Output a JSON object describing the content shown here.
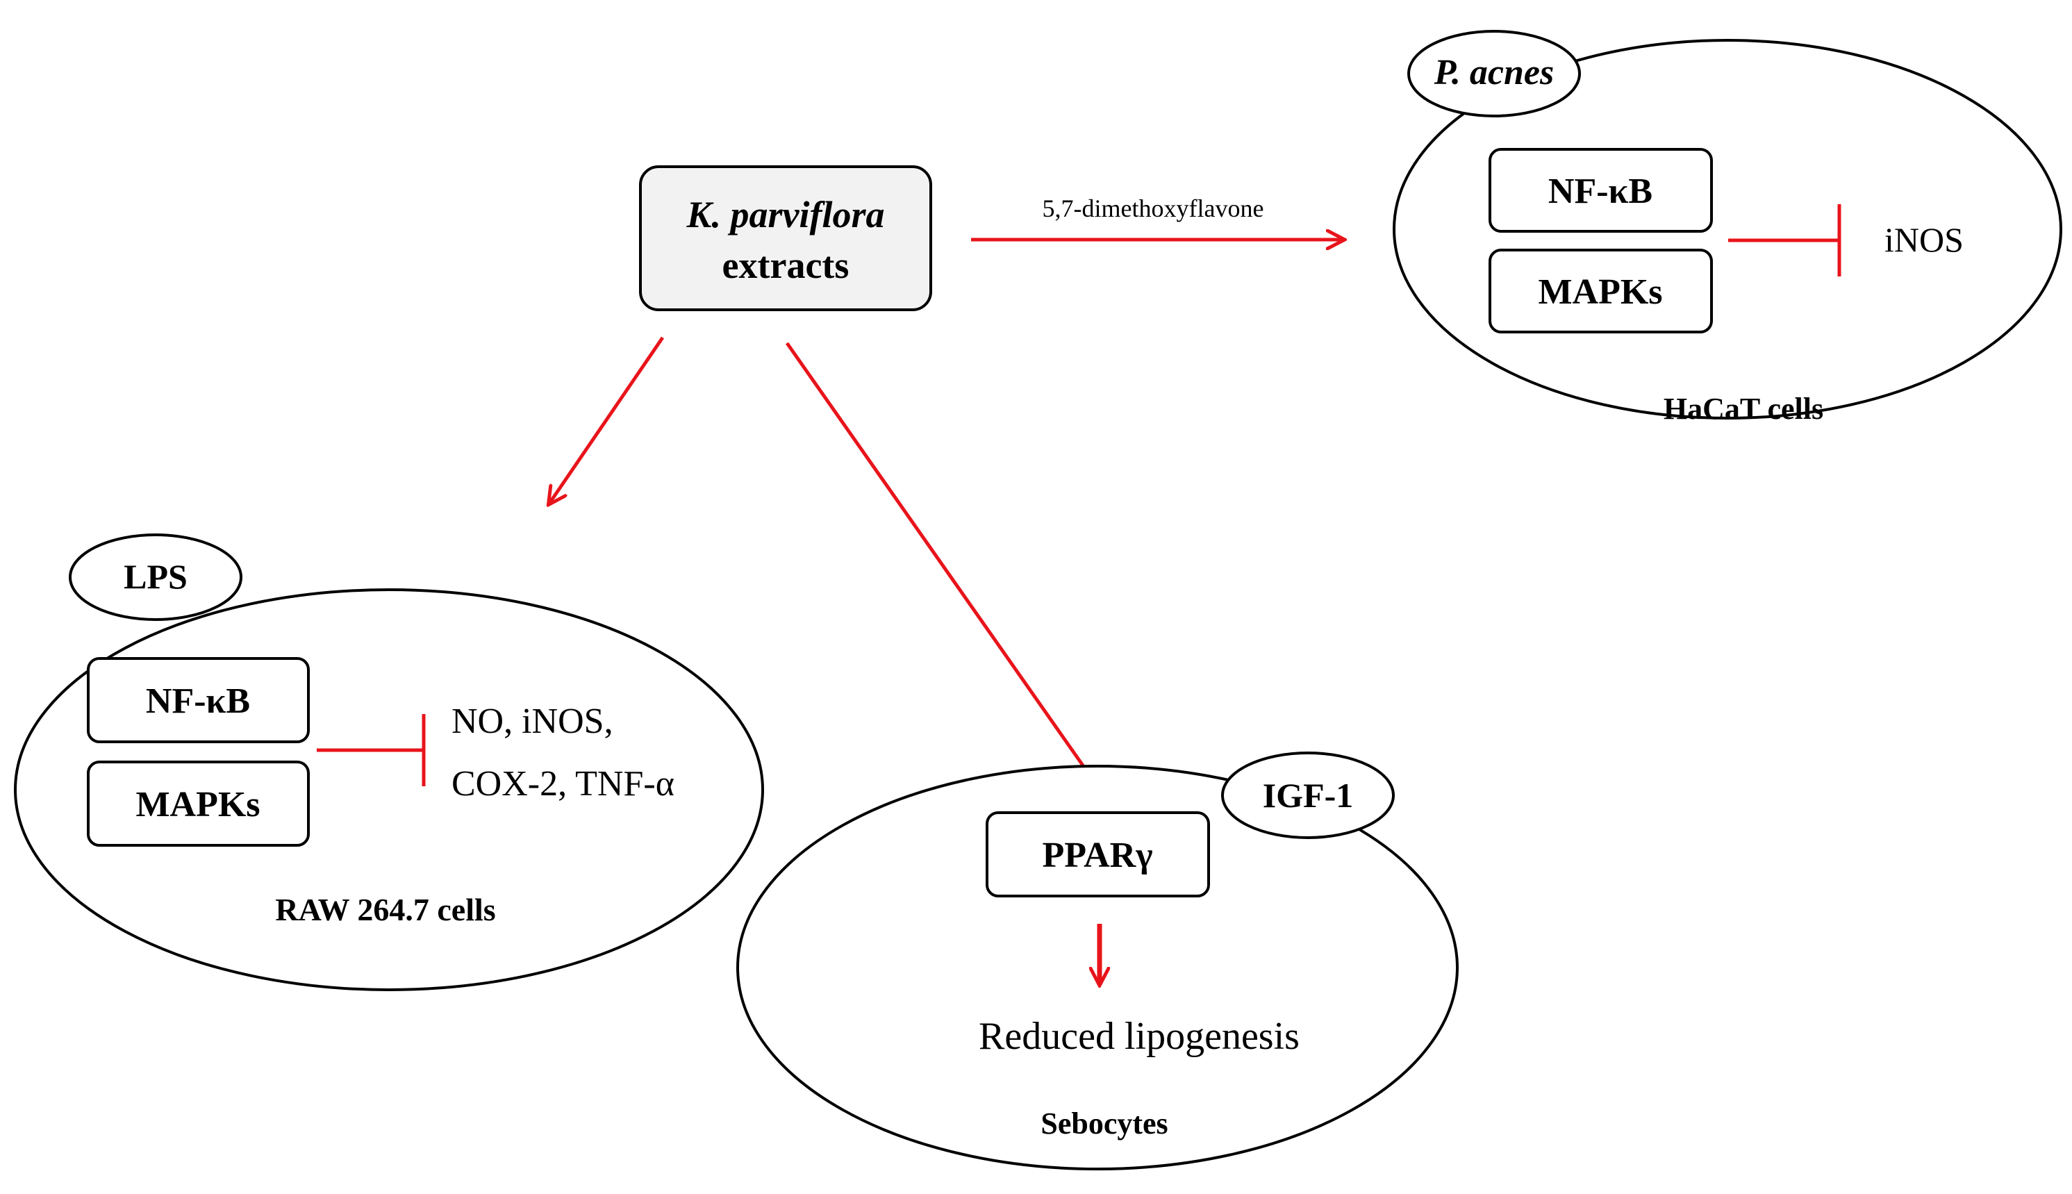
{
  "source_box": {
    "title": "K. parviflora",
    "subtitle": "extracts"
  },
  "arrow_label": "5,7-dimethoxyflavone",
  "hacat": {
    "trigger": "P. acnes",
    "box1": "NF-κB",
    "box2": "MAPKs",
    "target": "iNOS",
    "cell_label": "HaCaT cells"
  },
  "raw": {
    "trigger": "LPS",
    "box1": "NF-κB",
    "box2": "MAPKs",
    "target_line1": "NO, iNOS,",
    "target_line2": "COX-2, TNF-α",
    "cell_label": "RAW 264.7 cells"
  },
  "sebocytes": {
    "trigger": "IGF-1",
    "box1": "PPARγ",
    "result": "Reduced lipogenesis",
    "cell_label": "Sebocytes"
  },
  "colors": {
    "arrow": "#e8141b",
    "outline": "#000000",
    "source_fill": "#f2f2f2"
  }
}
